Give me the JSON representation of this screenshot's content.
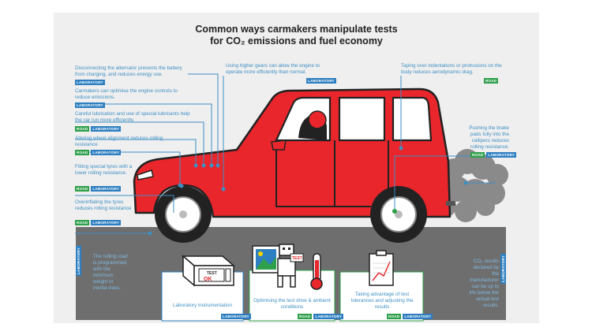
{
  "title_line1": "Common ways carmakers manipulate tests",
  "title_line2": "for CO₂ emissions and fuel economy",
  "tags": {
    "lab": "LABORATORY",
    "road": "ROAD"
  },
  "notes": {
    "alternator": "Disconnecting the alternator prevents the battery from charging, and reduces energy use.",
    "engine_controls": "Carmakers can optimise the engine controls to reduce emissions.",
    "lubrication": "Careful lubrication and use of special lubricants help the car run more efficiently.",
    "wheel_alignment": "Altering wheel alignment reduces rolling resistance",
    "special_tyres": "Fitting special tyres with a lower rolling resistance.",
    "overinflating": "Overinflating the tyres reduces rolling resistance",
    "higher_gears": "Using higher gears can allow the engine to operate more efficiently than normal.",
    "taping": "Taping over indentations or protrusions on the body reduces aerodynamic drag.",
    "brake_pads": "Pushing the brake pads fully into the callipers reduces rolling resistance.",
    "rolling_road": "The rolling road is programmed with the minimum weight or inertia class.",
    "declared_results": "CO₂ results declared by the manufacturer can be up to 4% below the actual test results."
  },
  "boxes": {
    "instrumentation": "Laboratory instrumentation",
    "optimising": "Optimising the test drive & ambient conditions",
    "tolerances": "Taking advantage of test tolerances and adjusting the results"
  },
  "robot_sign": "TEST",
  "device_label": "TEST",
  "device_ok": "OK",
  "colors": {
    "car": "#e8262b",
    "lab": "#2d7fc1",
    "road": "#2ea04b",
    "text": "#3e8fc4",
    "bg": "#efefef"
  }
}
